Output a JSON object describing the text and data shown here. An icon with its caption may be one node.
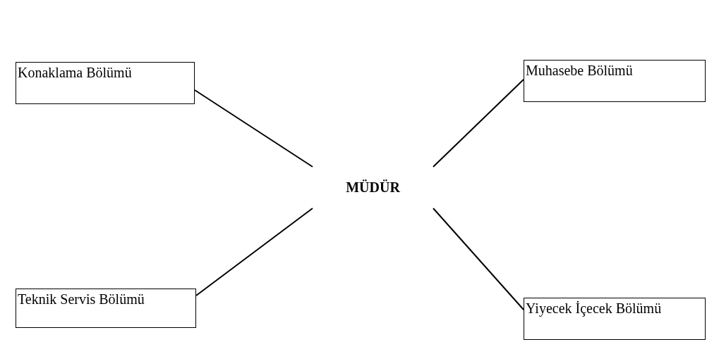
{
  "diagram": {
    "nodes": [
      {
        "text": [
          "Konaklama Bölümü"
        ]
      },
      {
        "text": [
          "Muhasebe Bölümü"
        ]
      },
      {
        "text": [
          "MÜDÜR"
        ]
      },
      {
        "text": [
          "Teknik Servis Bölümü"
        ]
      },
      {
        "text": [
          "Yiyecek İçecek Bölümü"
        ]
      }
    ],
    "edges": [
      {
        "from": 2,
        "to": 0,
        "arrow": "none"
      },
      {
        "from": 2,
        "to": 1,
        "arrow": "none"
      },
      {
        "from": 2,
        "to": 3,
        "arrow": "none"
      },
      {
        "from": 2,
        "to": 4,
        "arrow": "none"
      }
    ]
  }
}
